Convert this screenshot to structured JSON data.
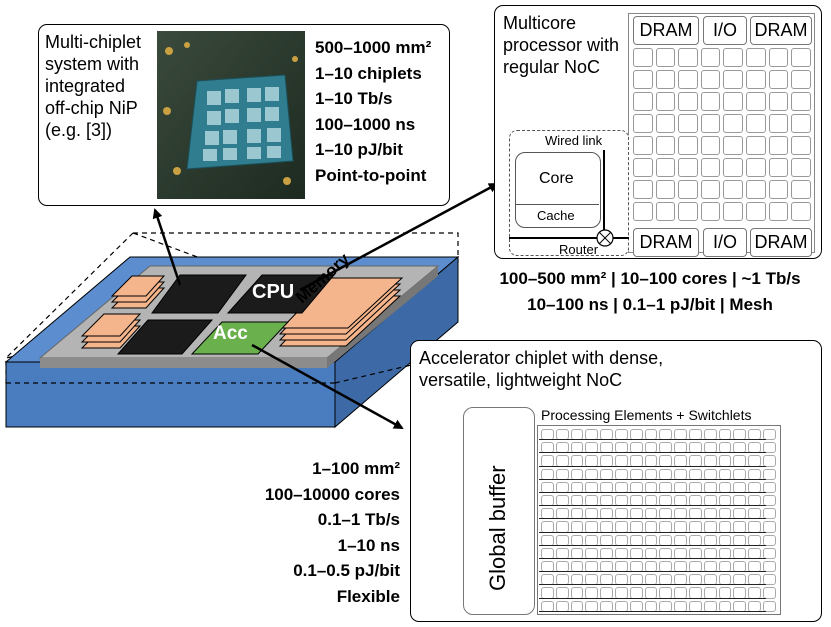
{
  "offchip": {
    "title_lines": [
      "Multi-chiplet",
      "system with",
      "integrated",
      "off-chip NiP",
      "(e.g. [3])"
    ],
    "stats": [
      "500–1000 mm²",
      "1–10 chiplets",
      "1–10 Tb/s",
      "100–1000 ns",
      "1–10 pJ/bit",
      "Point-to-point"
    ]
  },
  "multicore": {
    "title_lines": [
      "Multicore",
      "processor with",
      "regular NoC"
    ],
    "top_row": [
      "DRAM",
      "I/O",
      "DRAM"
    ],
    "bottom_row": [
      "DRAM",
      "I/O",
      "DRAM"
    ],
    "core_label": "Core",
    "cache_label": "Cache",
    "wired_link_label": "Wired link",
    "router_label": "Router",
    "stats": [
      "100–500 mm² | 10–100 cores | ~1 Tb/s",
      "10–100 ns | 0.1–1 pJ/bit | Mesh"
    ]
  },
  "package": {
    "cpu_label": "CPU",
    "acc_label": "Acc",
    "memory_label": "Memory"
  },
  "accelerator": {
    "title_lines": [
      "Accelerator chiplet with dense,",
      "versatile, lightweight NoC"
    ],
    "global_buffer_label": "Global buffer",
    "pe_label": "Processing Elements + Switchlets",
    "stats": [
      "1–100 mm²",
      "100–10000 cores",
      "0.1–1 Tb/s",
      "1–10 ns",
      "0.1–0.5 pJ/bit",
      "Flexible"
    ]
  },
  "colors": {
    "substrate_blue": "#4a7dbf",
    "interposer_gray": "#a9a9a9",
    "chiplet_black": "#1b1b1b",
    "acc_green": "#6ab04c",
    "memory_peach": "#f4b48c"
  }
}
